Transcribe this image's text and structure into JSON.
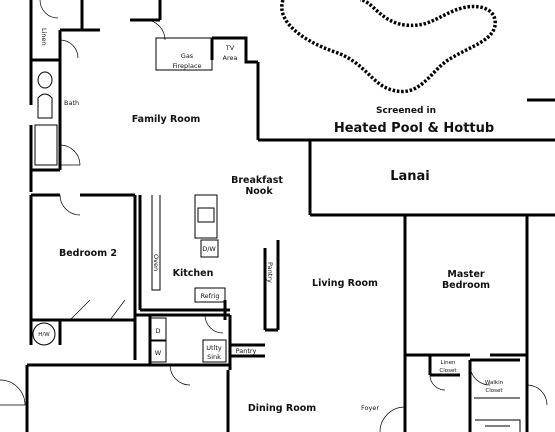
{
  "rooms": {
    "family_room": "Family Room",
    "bath": "Bath",
    "linen": "Linen",
    "gas_fireplace_top": "Gas",
    "gas_fireplace_bottom": "Fireplace",
    "tv_area_top": "TV",
    "tv_area_bottom": "Area",
    "screened_in": "Screened in",
    "heated_pool": "Heated Pool & Hottub",
    "lanai": "Lanai",
    "breakfast_nook_top": "Breakfast",
    "breakfast_nook_bottom": "Nook",
    "bedroom_2": "Bedroom 2",
    "kitchen": "Kitchen",
    "oven": "Oven",
    "pantry_vertical": "Pantry",
    "refrig": "Refrig",
    "dw": "D/W",
    "living_room": "Living Room",
    "master_bedroom_top": "Master",
    "master_bedroom_bottom": "Bedroom",
    "hw": "H/W",
    "d": "D",
    "w": "W",
    "utility_sink_top": "Utlty",
    "utility_sink_bottom": "Sink",
    "pantry": "Pantry",
    "linen_closet_top": "Linen",
    "linen_closet_bottom": "Closet",
    "walkin_closet_top": "Walkin",
    "walkin_closet_bottom": "Closet",
    "dining_room": "Dining Room",
    "foyer": "Foyer"
  }
}
